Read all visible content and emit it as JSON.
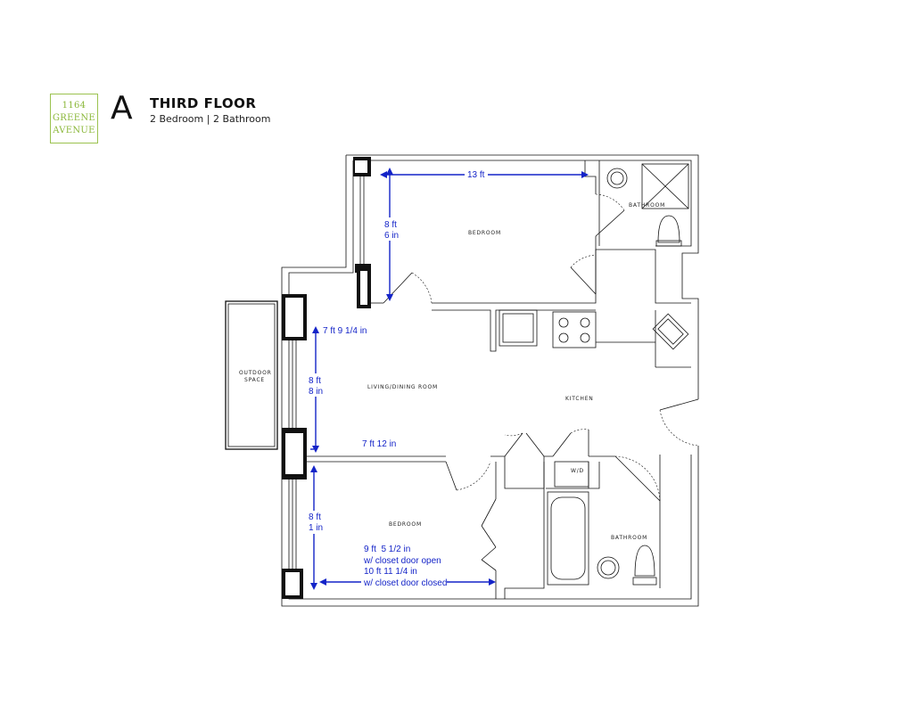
{
  "header": {
    "building_lines": [
      "1164",
      "GREENE",
      "AVENUE"
    ],
    "unit_letter": "A",
    "floor_title": "THIRD FLOOR",
    "unit_type": "2 Bedroom | 2 Bathroom"
  },
  "rooms": {
    "bedroom_top": "BEDROOM",
    "bathroom_top": "BATHROOM",
    "outdoor_space_line1": "OUTDOOR",
    "outdoor_space_line2": "SPACE",
    "living_dining": "LIVING/DINING ROOM",
    "kitchen": "KITCHEN",
    "wd": "W/D",
    "bedroom_bottom": "BEDROOM",
    "bathroom_bottom": "BATHROOM"
  },
  "dimensions": {
    "top_bedroom_width": "13 ft",
    "top_bedroom_depth_ft": "8 ft",
    "top_bedroom_depth_in": "6 in",
    "living_upper": "7 ft 9 1/4 in",
    "living_depth_ft": "8 ft",
    "living_depth_in": "8 in",
    "living_lower": "7 ft 12 in",
    "bottom_bedroom_depth_ft": "8 ft",
    "bottom_bedroom_depth_in": "1 in",
    "bottom_bedroom_open_1": "9 ft  5 1/2 in",
    "bottom_bedroom_open_2": "w/ closet door open",
    "bottom_bedroom_closed_1": "10 ft 11 1/4 in",
    "bottom_bedroom_closed_2": "w/ closet door closed"
  },
  "colors": {
    "brand_green": "#8cb83c",
    "dimension_blue": "#1424c8",
    "wall": "#111111"
  }
}
